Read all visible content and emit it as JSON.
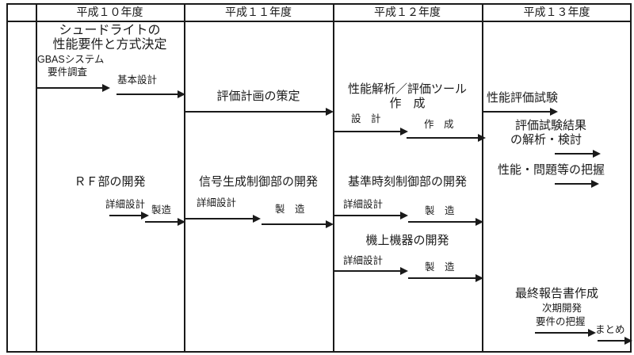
{
  "header": {
    "columns": [
      "平成１０年度",
      "平成１１年度",
      "平成１２年度",
      "平成１３年度"
    ]
  },
  "phase1": {
    "pseudolite_title_1": "シュードライトの",
    "pseudolite_title_2": "性能要件と方式決定",
    "gbas_system": "GBASシステム",
    "requirements_survey": "要件調査",
    "basic_design": "基本設計",
    "eval_plan": "評価計画の策定",
    "tool_title_1": "性能解析／評価ツール",
    "tool_title_2": "作　成",
    "tool_design": "設　計",
    "tool_create": "作　成",
    "perf_eval_test": "性能評価試験",
    "test_result_1": "評価試験結果",
    "test_result_2": "の解析・検討",
    "perf_issue_grasp": "性能・問題等の把握"
  },
  "phase2": {
    "rf_dev": "ＲＦ部の開発",
    "rf_detail_design": "詳細設計",
    "rf_manufacture": "製造",
    "signal_dev": "信号生成制御部の開発",
    "signal_detail_design": "詳細設計",
    "signal_manufacture": "製　造",
    "time_dev": "基準時刻制御部の開発",
    "time_detail_design": "詳細設計",
    "time_manufacture": "製　造",
    "onboard_dev": "機上機器の開発",
    "onboard_detail_design": "詳細設計",
    "onboard_manufacture": "製　造",
    "final_report": "最終報告書作成",
    "next_dev_1": "次期開発",
    "next_dev_2": "要件の把握",
    "summary": "まとめ"
  }
}
